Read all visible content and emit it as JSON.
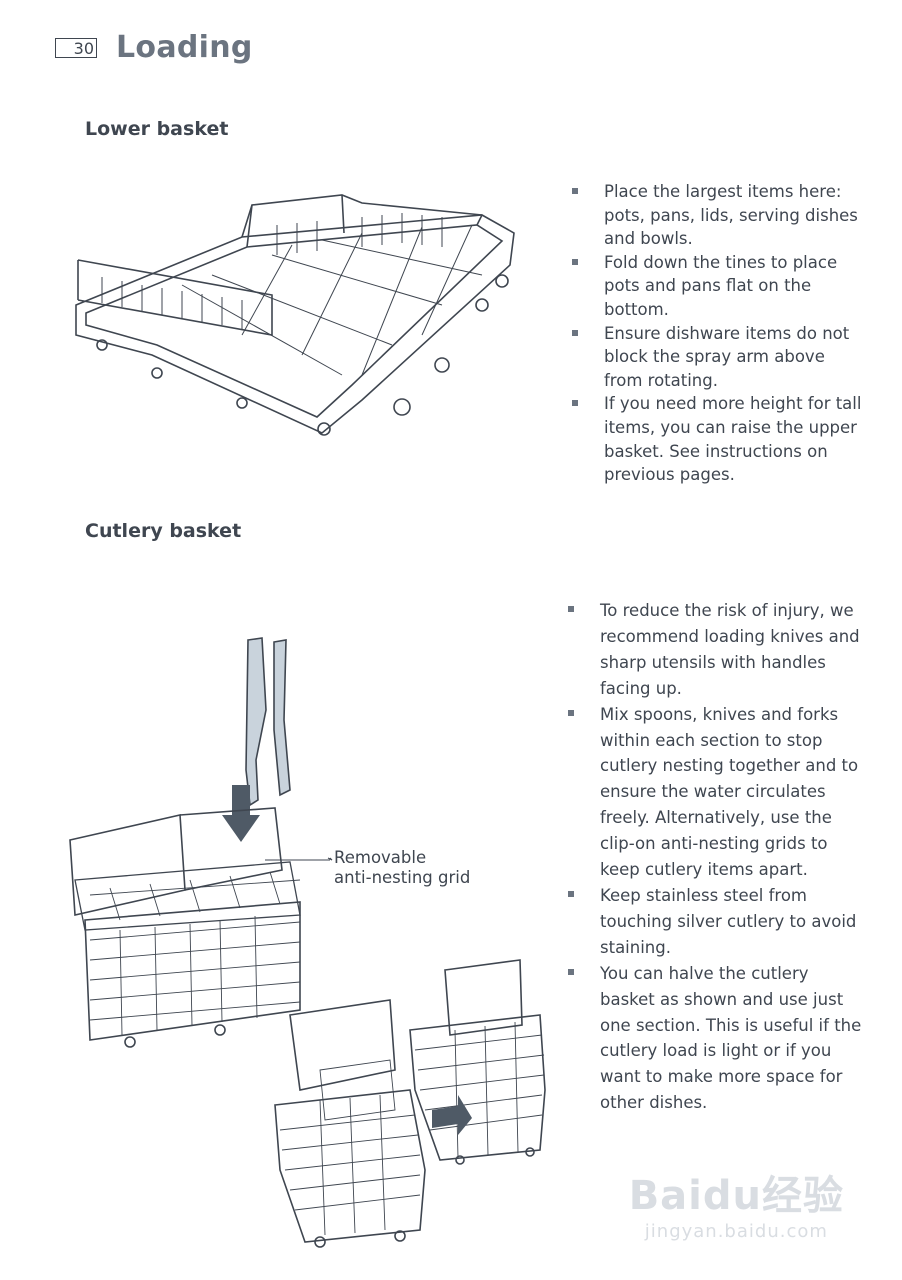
{
  "header": {
    "page_number": "30",
    "title": "Loading"
  },
  "lower_basket": {
    "heading": "Lower basket",
    "bullets": [
      "Place the largest items here: pots, pans, lids, serving dishes and bowls.",
      "Fold down the tines to place pots and pans flat on the bottom.",
      "Ensure dishware items do not block the spray arm above from rotating.",
      "If you need more height for tall items, you can raise the upper basket. See instructions on previous pages."
    ]
  },
  "cutlery_basket": {
    "heading": "Cutlery basket",
    "callout_line1": "Removable",
    "callout_line2": "anti-nesting grid",
    "bullets": [
      "To reduce the risk of injury, we recommend loading knives and sharp utensils with handles facing up.",
      "Mix spoons, knives and forks within each section to stop cutlery nesting together and to ensure the water circulates freely. Alternatively, use the clip-on anti-nesting grids to keep cutlery items apart.",
      "Keep stainless steel from touching silver cutlery to avoid staining.",
      "You can halve the cutlery basket as shown and use just one section. This is useful if the cutlery load is light or if you want to make more space for other dishes."
    ]
  },
  "watermark": {
    "logo": "Baidu经验",
    "url": "jingyan.baidu.com"
  },
  "colors": {
    "text": "#3f4650",
    "title": "#6b7480",
    "arrow": "#4f5a66",
    "knife": "#c9d3dc"
  }
}
